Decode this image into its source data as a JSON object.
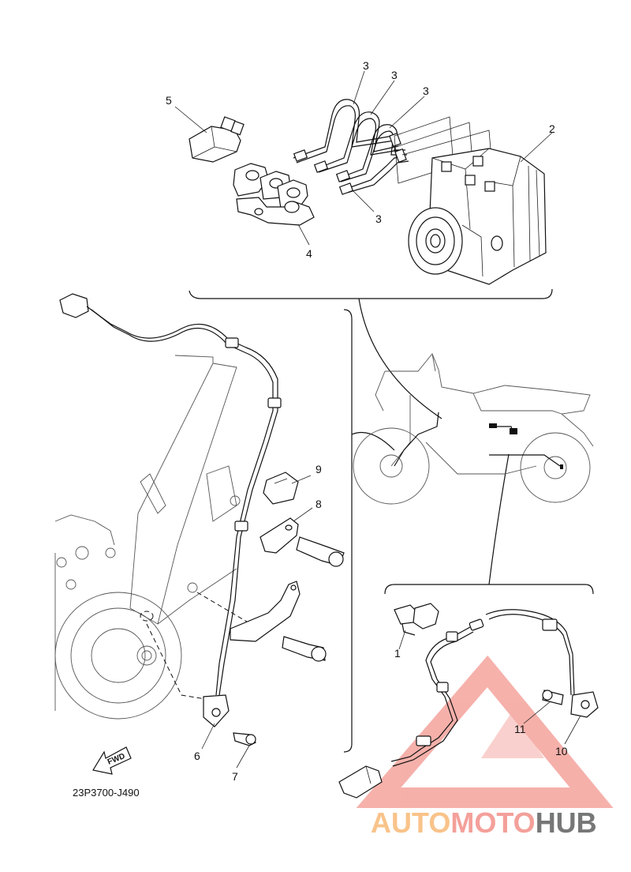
{
  "diagram": {
    "drawing_code": "23P3700-J490",
    "fwd_label": "FWD",
    "callouts": {
      "c1": "1",
      "c2": "2",
      "c3a": "3",
      "c3b": "3",
      "c3c": "3",
      "c3d": "3",
      "c4": "4",
      "c5": "5",
      "c6": "6",
      "c7": "7",
      "c8": "8",
      "c9": "9",
      "c10": "10",
      "c11": "11"
    }
  },
  "watermark": {
    "part1": "AUTO",
    "part2": "MOTO",
    "part3": "HUB",
    "colors": {
      "auto": "#f9c38a",
      "moto": "#f4a09a",
      "hub": "#777777",
      "triangle": "#f4a39c"
    }
  }
}
